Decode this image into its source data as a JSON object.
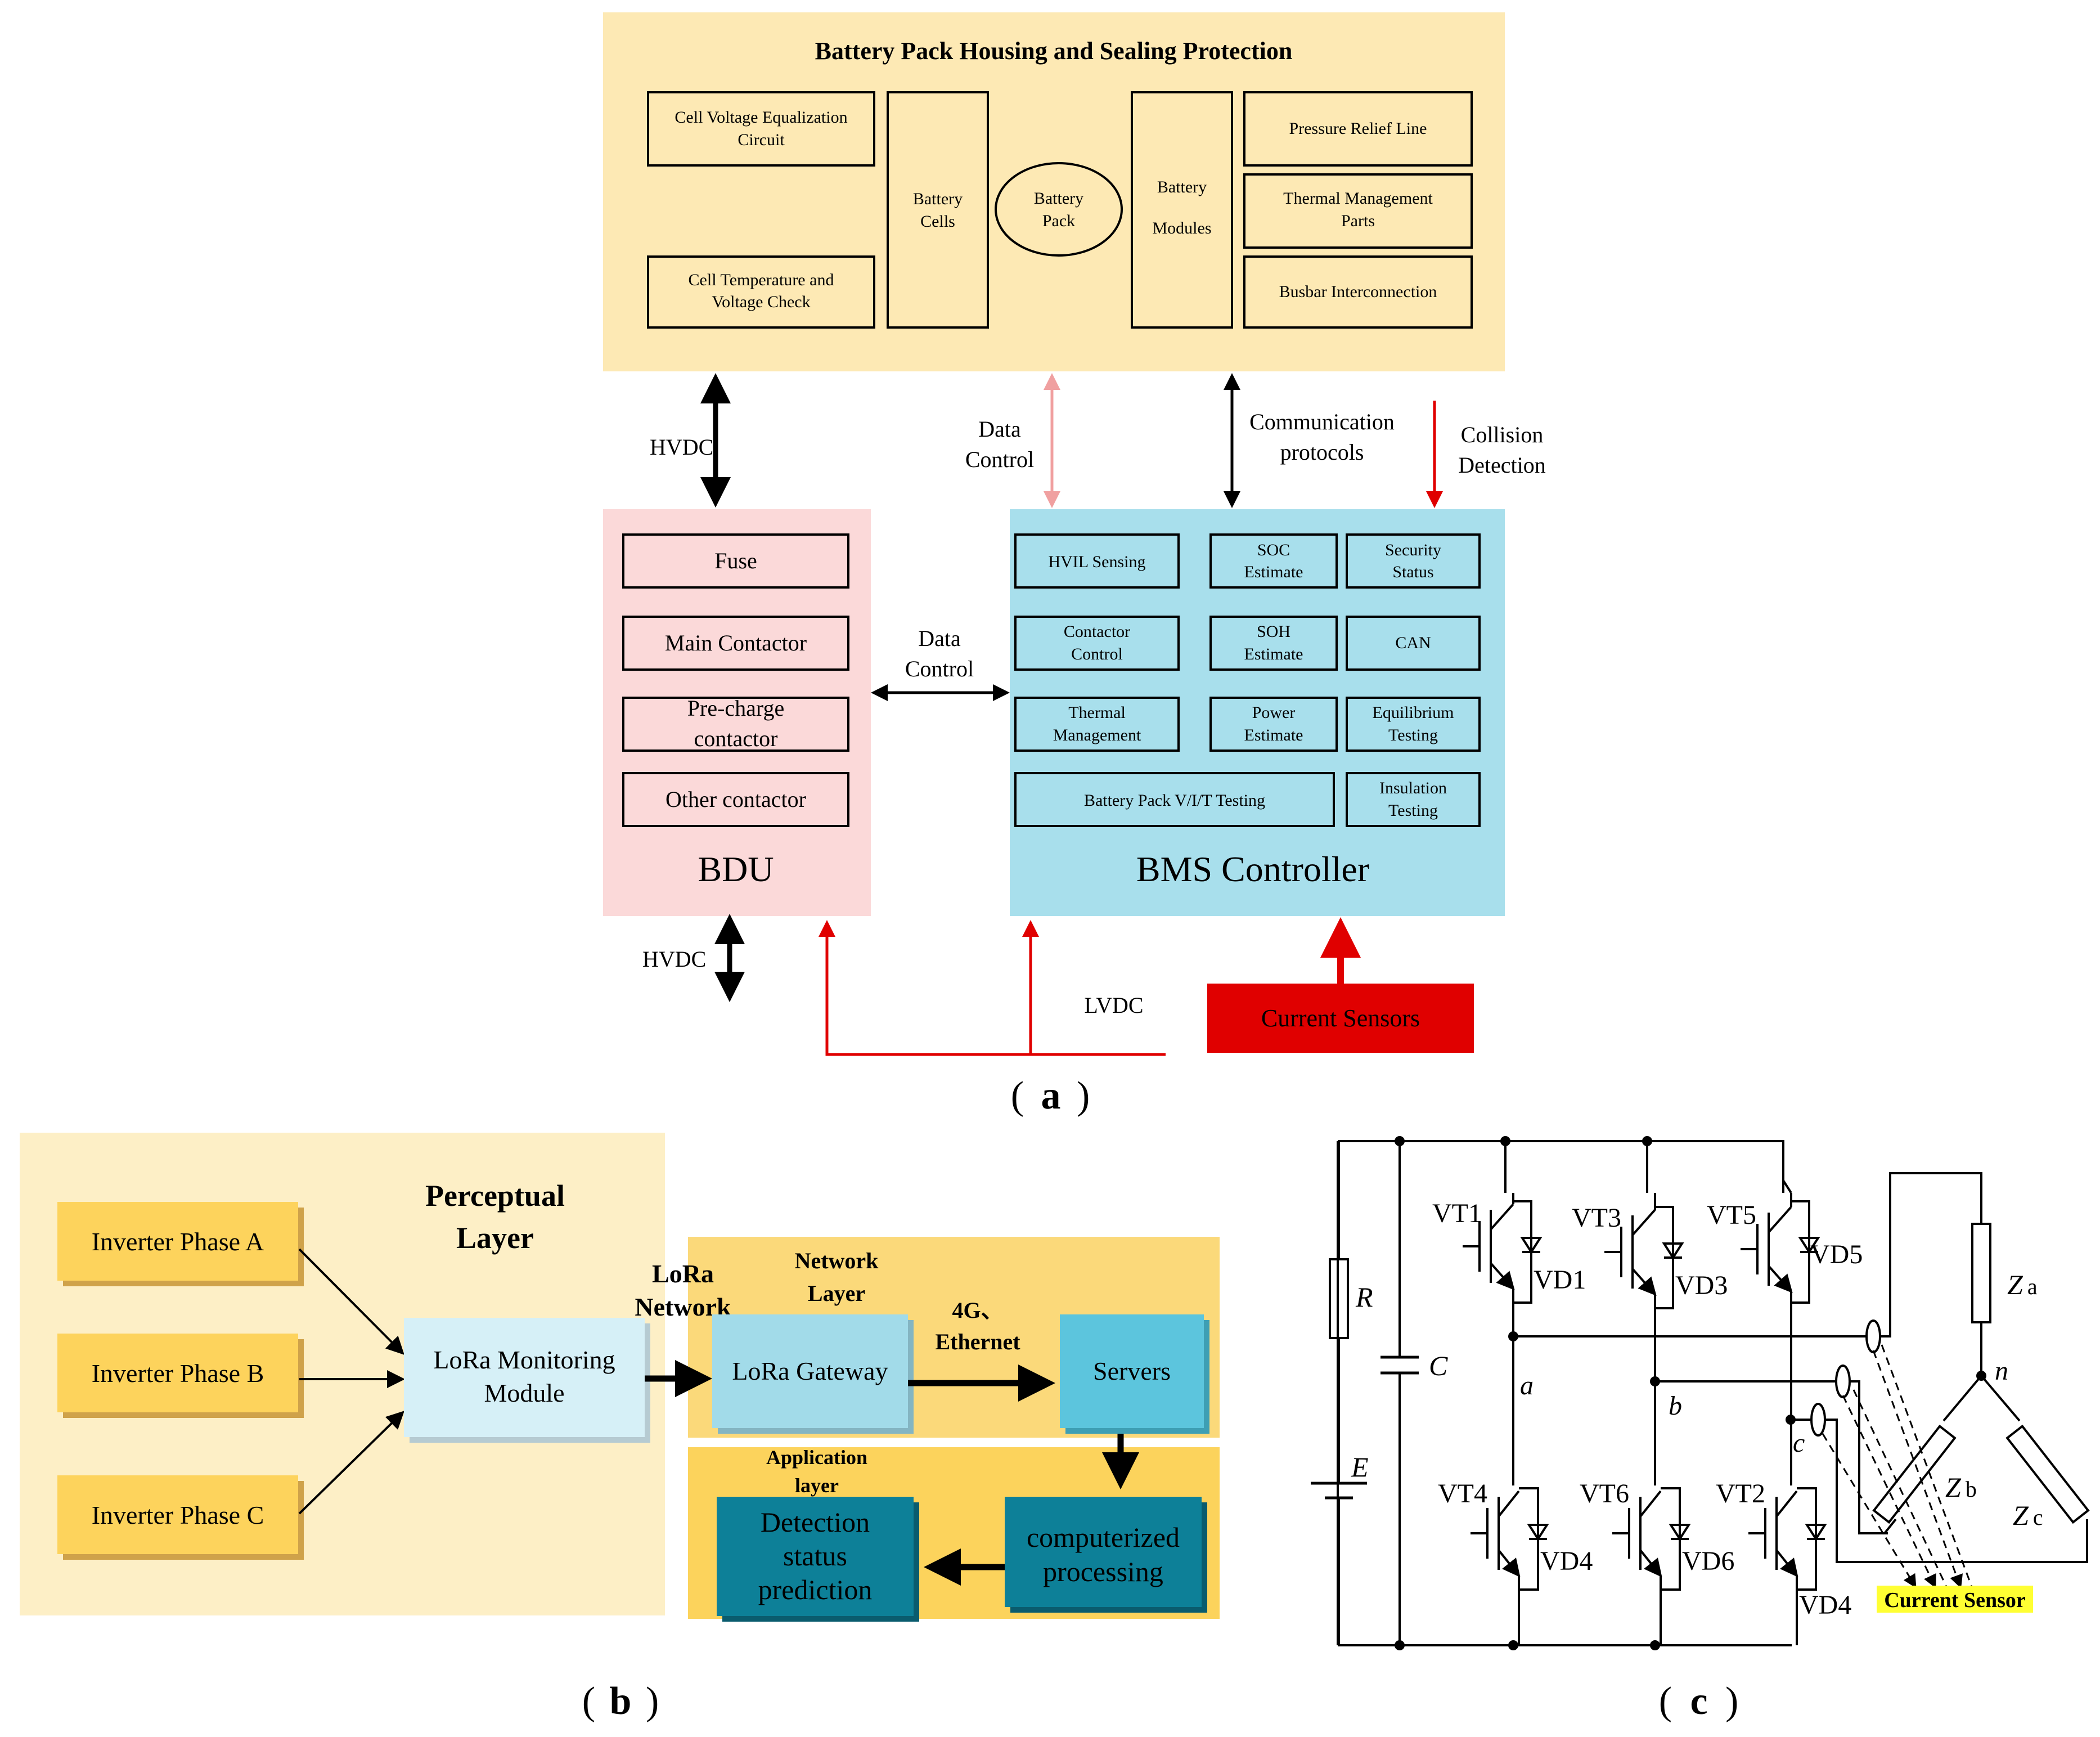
{
  "a": {
    "caption_label": "a",
    "housing": {
      "title": "Battery Pack Housing and Sealing Protection",
      "cell_equalization": [
        "Cell Voltage Equalization",
        "Circuit"
      ],
      "cell_temp_check": [
        "Cell Temperature and",
        "Voltage Check"
      ],
      "battery_cells": [
        "Battery",
        "Cells"
      ],
      "battery_pack": [
        "Battery",
        "Pack"
      ],
      "battery_modules": [
        "Battery",
        "Modules"
      ],
      "pressure_relief": "Pressure Relief Line",
      "thermal_parts": [
        "Thermal Management",
        "Parts"
      ],
      "busbar": "Busbar Interconnection"
    },
    "links": {
      "hvdc_top": "HVDC",
      "data_control_top": [
        "Data",
        "Control"
      ],
      "communication": [
        "Communication",
        "protocols"
      ],
      "collision": [
        "Collision",
        "Detection"
      ],
      "data_control_mid": [
        "Data",
        "Control"
      ],
      "hvdc_bottom": "HVDC",
      "lvdc": "LVDC"
    },
    "bdu": {
      "title": "BDU",
      "fuse": "Fuse",
      "main_contactor": "Main Contactor",
      "precharge": [
        "Pre-charge",
        "contactor"
      ],
      "other": "Other contactor"
    },
    "bms": {
      "title": "BMS Controller",
      "hvil": "HVIL Sensing",
      "soc": [
        "SOC",
        "Estimate"
      ],
      "security": [
        "Security",
        "Status"
      ],
      "contactor_control": [
        "Contactor",
        "Control"
      ],
      "soh": [
        "SOH",
        "Estimate"
      ],
      "can": "CAN",
      "thermal": [
        "Thermal",
        "Management"
      ],
      "power": [
        "Power",
        "Estimate"
      ],
      "equilibrium": [
        "Equilibrium",
        "Testing"
      ],
      "vit": "Battery Pack V/I/T Testing",
      "insulation": [
        "Insulation",
        "Testing"
      ]
    },
    "current_sensors": "Current Sensors"
  },
  "b": {
    "caption_label": "b",
    "perceptual_layer": [
      "Perceptual",
      "Layer"
    ],
    "phase_a": "Inverter Phase A",
    "phase_b": "Inverter Phase B",
    "phase_c": "Inverter Phase C",
    "lora_module": [
      "LoRa Monitoring",
      "Module"
    ],
    "lora_network": [
      "LoRa",
      "Network"
    ],
    "network_layer": [
      "Network",
      "Layer"
    ],
    "lora_gateway": "LoRa Gateway",
    "link_4g": [
      "4G、",
      "Ethernet"
    ],
    "servers": "Servers",
    "application_layer": [
      "Application",
      "layer"
    ],
    "detection": [
      "Detection",
      "status",
      "prediction"
    ],
    "computerized": [
      "computerized",
      "processing"
    ]
  },
  "c": {
    "caption_label": "c",
    "vt1": "VT1",
    "vd1": "VD1",
    "vt3": "VT3",
    "vd3": "VD3",
    "vt5": "VT5",
    "vd5": "VD5",
    "vt4": "VT4",
    "vd4": "VD4",
    "vt6": "VT6",
    "vd6": "VD6",
    "vt2": "VT2",
    "vd2": "VD4",
    "r": "R",
    "cap": "C",
    "e": "E",
    "node_a": "a",
    "node_b": "b",
    "node_c": "c",
    "node_n": "n",
    "za": "Z",
    "za_sub": "a",
    "zb": "Z",
    "zb_sub": "b",
    "zc": "Z",
    "zc_sub": "c",
    "current_sensor": "Current Sensor"
  },
  "colors": {
    "housing_bg": "#fde9b4",
    "bdu_bg": "#fbd9d9",
    "bms_bg": "#a8dfec",
    "bms_box": "#a8dfec",
    "current_sensor_red": "#e00000",
    "red_line": "#e00000",
    "pink_arrow": "#f0a0a0",
    "perceptual_bg": "#fdefc6",
    "phase_box": "#fdd35c",
    "lora_box": "#d6f0f7",
    "gateway_box": "#a2dbe9",
    "servers_box": "#5cc5dd",
    "network_bg": "#fbd97a",
    "app_bg": "#fcd35c",
    "teal_box": "#0d8098",
    "highlight": "#ffff33"
  }
}
